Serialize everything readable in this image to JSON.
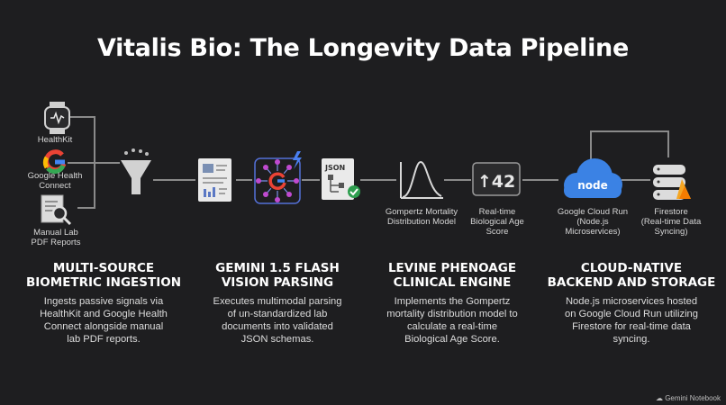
{
  "title": "Vitalis Bio: The Longevity Data Pipeline",
  "sources": {
    "healthkit": "HealthKit",
    "google_health": "Google Health\nConnect",
    "manual_lab": "Manual Lab\nPDF Reports"
  },
  "icons": {
    "json_label": "JSON",
    "score_value": "↑42",
    "node_text": "node"
  },
  "labels": {
    "gompertz": "Gompertz Mortality\nDistribution Model",
    "bio_age": "Real-time\nBiological Age\nScore",
    "cloud_run": "Google Cloud Run\n(Node.js\nMicroservices)",
    "firestore": "Firestore\n(Real-time Data\nSyncing)"
  },
  "sections": [
    {
      "heading": "MULTI-SOURCE\nBIOMETRIC INGESTION",
      "text": "Ingests passive signals via\nHealthKit and Google Health\nConnect alongside manual\nlab PDF reports."
    },
    {
      "heading": "GEMINI 1.5 FLASH\nVISION PARSING",
      "text": "Executes multimodal parsing\nof un-standardized lab\ndocuments into validated\nJSON schemas."
    },
    {
      "heading": "LEVINE PHENOAGE\nCLINICAL ENGINE",
      "text": "Implements the Gompertz\nmortality distribution model to\ncalculate a real-time\nBiological Age Score."
    },
    {
      "heading": "CLOUD-NATIVE\nBACKEND AND STORAGE",
      "text": "Node.js microservices hosted\non Google Cloud Run utilizing\nFirestore for real-time data\nsyncing."
    }
  ],
  "footer": "Gemini Notebook"
}
